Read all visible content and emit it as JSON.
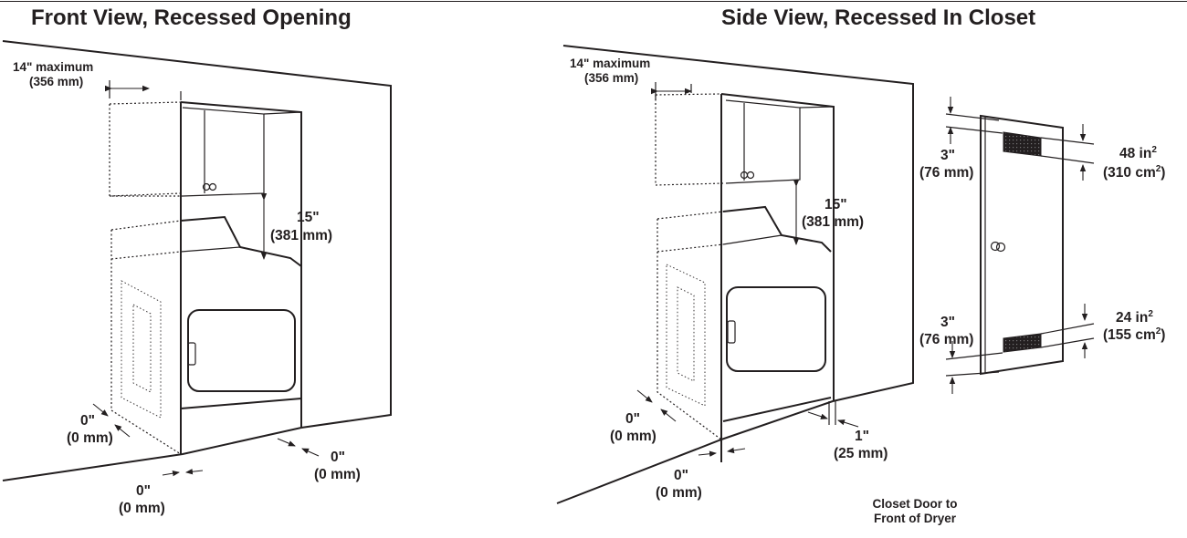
{
  "front": {
    "title": "Front View, Recessed Opening",
    "max_width_in": "14\" maximum",
    "max_width_mm": "(356 mm)",
    "gap_top_in": "15\"",
    "gap_top_mm": "(381 mm)",
    "left_in": "0\"",
    "left_mm": "(0 mm)",
    "bottom_in": "0\"",
    "bottom_mm": "(0 mm)",
    "right_in": "0\"",
    "right_mm": "(0 mm)"
  },
  "side": {
    "title": "Side View, Recessed In Closet",
    "max_width_in": "14\" maximum",
    "max_width_mm": "(356 mm)",
    "gap_top_in": "15\"",
    "gap_top_mm": "(381 mm)",
    "left_in": "0\"",
    "left_mm": "(0 mm)",
    "bottom_in": "0\"",
    "bottom_mm": "(0 mm)",
    "front_in": "1\"",
    "front_mm": "(25 mm)",
    "door_caption_line1": "Closet Door to",
    "door_caption_line2": "Front of Dryer"
  },
  "door": {
    "top_offset_in": "3\"",
    "top_offset_mm": "(76 mm)",
    "bottom_offset_in": "3\"",
    "bottom_offset_mm": "(76 mm)",
    "top_vent_area": "48 in",
    "top_vent_area_sup": "2",
    "top_vent_metric": "(310 cm",
    "top_vent_metric_sup": "2",
    "bottom_vent_area": "24 in",
    "bottom_vent_area_sup": "2",
    "bottom_vent_metric": "(155 cm",
    "bottom_vent_metric_sup": "2",
    "close": ")"
  }
}
